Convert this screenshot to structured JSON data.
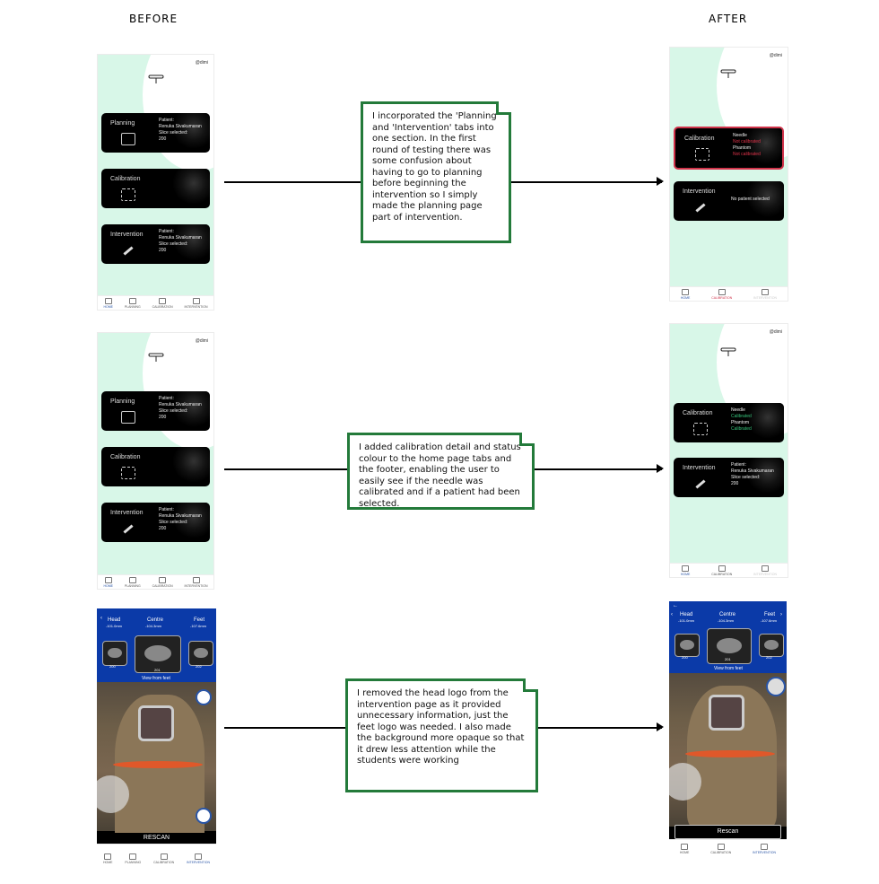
{
  "headers": {
    "before": "BEFORE",
    "after": "AFTER"
  },
  "user": "@dimi",
  "cards": {
    "planning": "Planning",
    "calibration": "Calibration",
    "intervention": "Intervention",
    "patient_label": "Patient:",
    "patient_name": "Renuka Sivakumaran",
    "slice_label": "Slice selected:",
    "slice_value": "200",
    "needle": "Needle",
    "phantom": "Phantom",
    "not_calibrated": "Not calibrated",
    "calibrated": "Calibrated",
    "no_patient": "No patient selected"
  },
  "footer": {
    "home": "HOME",
    "planning": "PLANNING",
    "calibration": "CALIBRATION",
    "intervention": "INTERVENTION"
  },
  "scan": {
    "head": "Head",
    "head_mm": "-101.0mm",
    "centre": "Centre",
    "centre_mm": "-104.3mm",
    "feet": "Feet",
    "feet_mm": "-107.6mm",
    "view": "View from feet",
    "slices": [
      "200",
      "201",
      "202"
    ],
    "rescan_before": "RESCAN",
    "rescan_after": "Rescan"
  },
  "notes": {
    "n1": "I incorporated the 'Planning' and 'Intervention' tabs into one section. In the first round of testing there was some confusion about having to go to planning before beginning the intervention so I simply made the planning page part of intervention.",
    "n2": "I added calibration detail and status colour to the home page tabs and the footer, enabling the user to easily see if the needle was calibrated and if a patient had been selected.",
    "n3": "I removed the head logo from the intervention page as it provided unnecessary information, just the feet logo was needed. I also made the background more opaque so that it drew less attention while the students were working"
  },
  "colors": {
    "accent_green": "#237a3a",
    "alert_red": "#d0334a",
    "ok_green": "#36c27a",
    "scan_blue": "#0b3aa8"
  }
}
